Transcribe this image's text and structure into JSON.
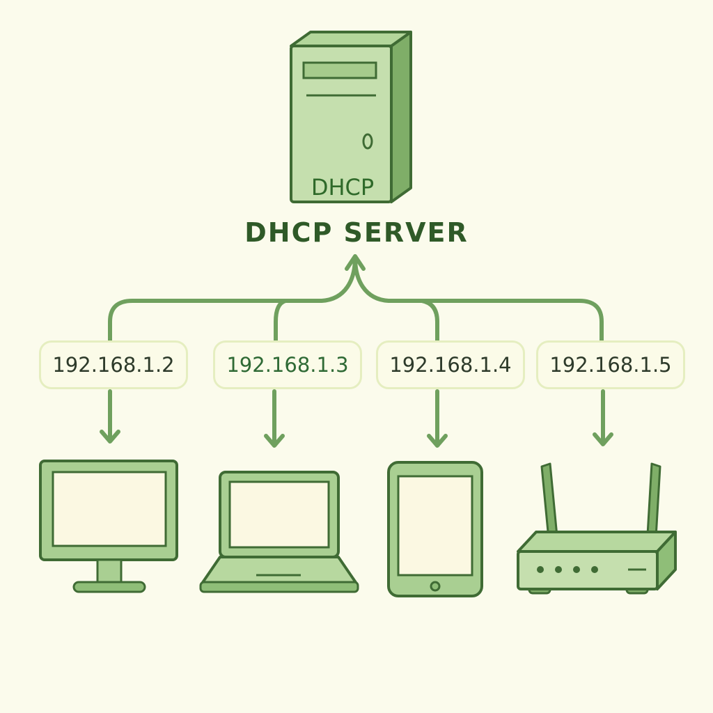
{
  "server": {
    "title": "DHCP SERVER",
    "case_label": "DHCP",
    "icon": "server-tower-icon"
  },
  "clients": [
    {
      "ip": "192.168.1.2",
      "device": "desktop-monitor-icon"
    },
    {
      "ip": "192.168.1.3",
      "device": "laptop-icon"
    },
    {
      "ip": "192.168.1.4",
      "device": "tablet-icon"
    },
    {
      "ip": "192.168.1.5",
      "device": "wifi-router-icon"
    }
  ],
  "colors": {
    "background": "#fbfbec",
    "line_green": "#6fa05e",
    "dark_green": "#3f6b34",
    "fill_green": "#9fca8a",
    "light_fill": "#c7e0b0",
    "screen": "#fbf8e2"
  }
}
